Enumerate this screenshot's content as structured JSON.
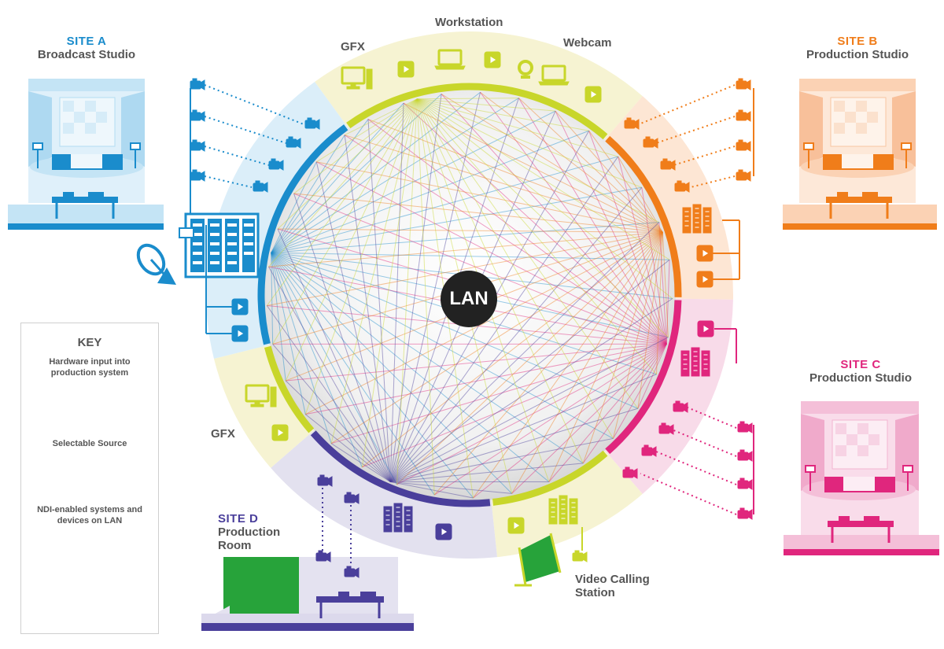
{
  "sites": {
    "a": {
      "name": "SITE A",
      "subtitle": "Broadcast Studio",
      "color": "#1a8ccc"
    },
    "b": {
      "name": "SITE B",
      "subtitle": "Production Studio",
      "color": "#f07d1a"
    },
    "c": {
      "name": "SITE C",
      "subtitle": "Production Studio",
      "color": "#e0267d"
    },
    "d": {
      "name": "SITE D",
      "subtitle": "Production Room",
      "color": "#4a3f9b"
    }
  },
  "ring_labels": {
    "workstation": "Workstation",
    "gfx_top": "GFX",
    "webcam": "Webcam",
    "gfx_left": "GFX",
    "video_calling": "Video Calling Station"
  },
  "center_label": "LAN",
  "colors": {
    "lime": "#c8d62a",
    "lime_tint": "#f6f3d2",
    "green_screen": "#27a33a"
  },
  "key": {
    "title": "KEY",
    "hardware_input": "Hardware input into production system",
    "selectable_source": "Selectable Source",
    "ndi_systems": "NDI-enabled systems and devices on LAN"
  }
}
